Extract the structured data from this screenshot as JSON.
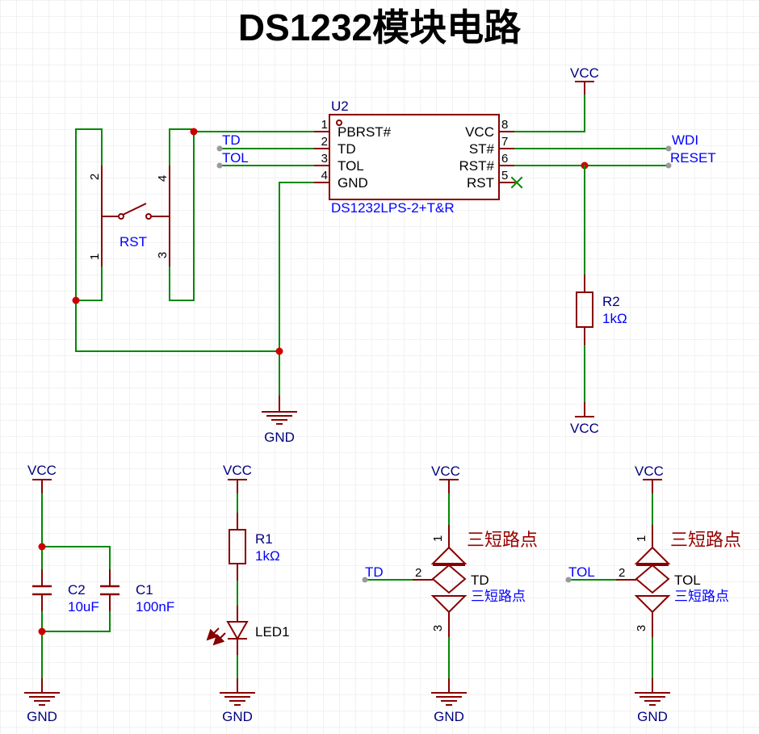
{
  "title": "DS1232模块电路",
  "colors": {
    "wire": "#008800",
    "pin": "#880000",
    "junction": "#cc0000",
    "net_label": "#0000ff",
    "designator": "#000080",
    "jumper_label": "#990000"
  },
  "power": {
    "vcc": "VCC",
    "gnd": "GND"
  },
  "nets": {
    "td": "TD",
    "tol": "TOL",
    "wdi": "WDI",
    "reset": "RESET"
  },
  "u2": {
    "designator": "U2",
    "part": "DS1232LPS-2+T&R",
    "pins": [
      {
        "num": "1",
        "name": "PBRST#"
      },
      {
        "num": "2",
        "name": "TD"
      },
      {
        "num": "3",
        "name": "TOL"
      },
      {
        "num": "4",
        "name": "GND"
      },
      {
        "num": "5",
        "name": "RST"
      },
      {
        "num": "6",
        "name": "RST#"
      },
      {
        "num": "7",
        "name": "ST#"
      },
      {
        "num": "8",
        "name": "VCC"
      }
    ]
  },
  "switch": {
    "designator": "RST",
    "pins": [
      "1",
      "2",
      "3",
      "4"
    ]
  },
  "r2": {
    "designator": "R2",
    "value": "1kΩ"
  },
  "c2": {
    "designator": "C2",
    "value": "10uF"
  },
  "c1": {
    "designator": "C1",
    "value": "100nF"
  },
  "r1": {
    "designator": "R1",
    "value": "1kΩ"
  },
  "led1": {
    "designator": "LED1"
  },
  "jumpers": [
    {
      "designator": "TD",
      "value": "三短路点",
      "name": "三短路点",
      "pins": [
        "1",
        "2",
        "3"
      ]
    },
    {
      "designator": "TOL",
      "value": "三短路点",
      "name": "三短路点",
      "pins": [
        "1",
        "2",
        "3"
      ]
    }
  ]
}
